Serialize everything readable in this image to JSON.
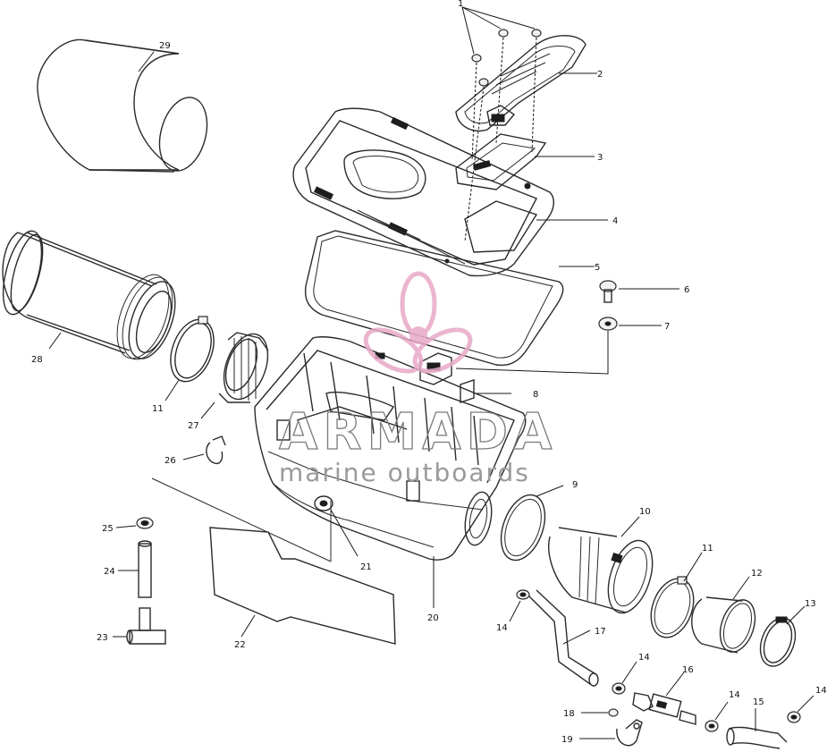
{
  "watermark": {
    "brand": "ARMADA",
    "tagline": "marine outboards",
    "logo_color": "#e8a9c8"
  },
  "callouts": {
    "c1": "1",
    "c2": "2",
    "c3": "3",
    "c4": "4",
    "c5": "5",
    "c6": "6",
    "c7": "7",
    "c8": "8",
    "c9": "9",
    "c10": "10",
    "c11a": "11",
    "c11b": "11",
    "c12": "12",
    "c13": "13",
    "c14a": "14",
    "c14b": "14",
    "c14c": "14",
    "c14d": "14",
    "c15": "15",
    "c16": "16",
    "c17": "17",
    "c18": "18",
    "c19": "19",
    "c20": "20",
    "c21": "21",
    "c22": "22",
    "c23": "23",
    "c24": "24",
    "c25": "25",
    "c26": "26",
    "c27": "27",
    "c28": "28",
    "c29": "29"
  }
}
